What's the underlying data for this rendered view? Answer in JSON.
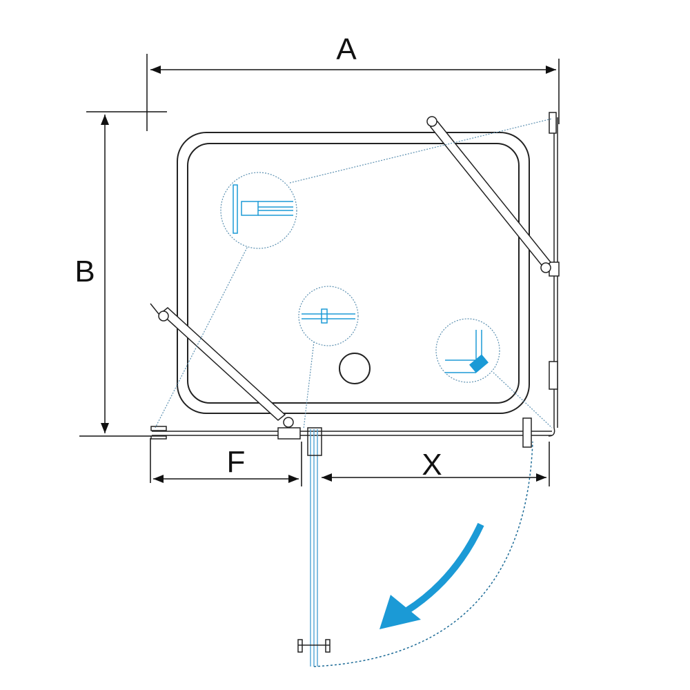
{
  "dimensions": {
    "width_label": "A",
    "depth_label": "B",
    "fixed_panel_label": "F",
    "door_opening_label": "X"
  },
  "colors": {
    "line": "#222222",
    "accent": "#1b9ad6",
    "detail": "#5aa9d6"
  }
}
